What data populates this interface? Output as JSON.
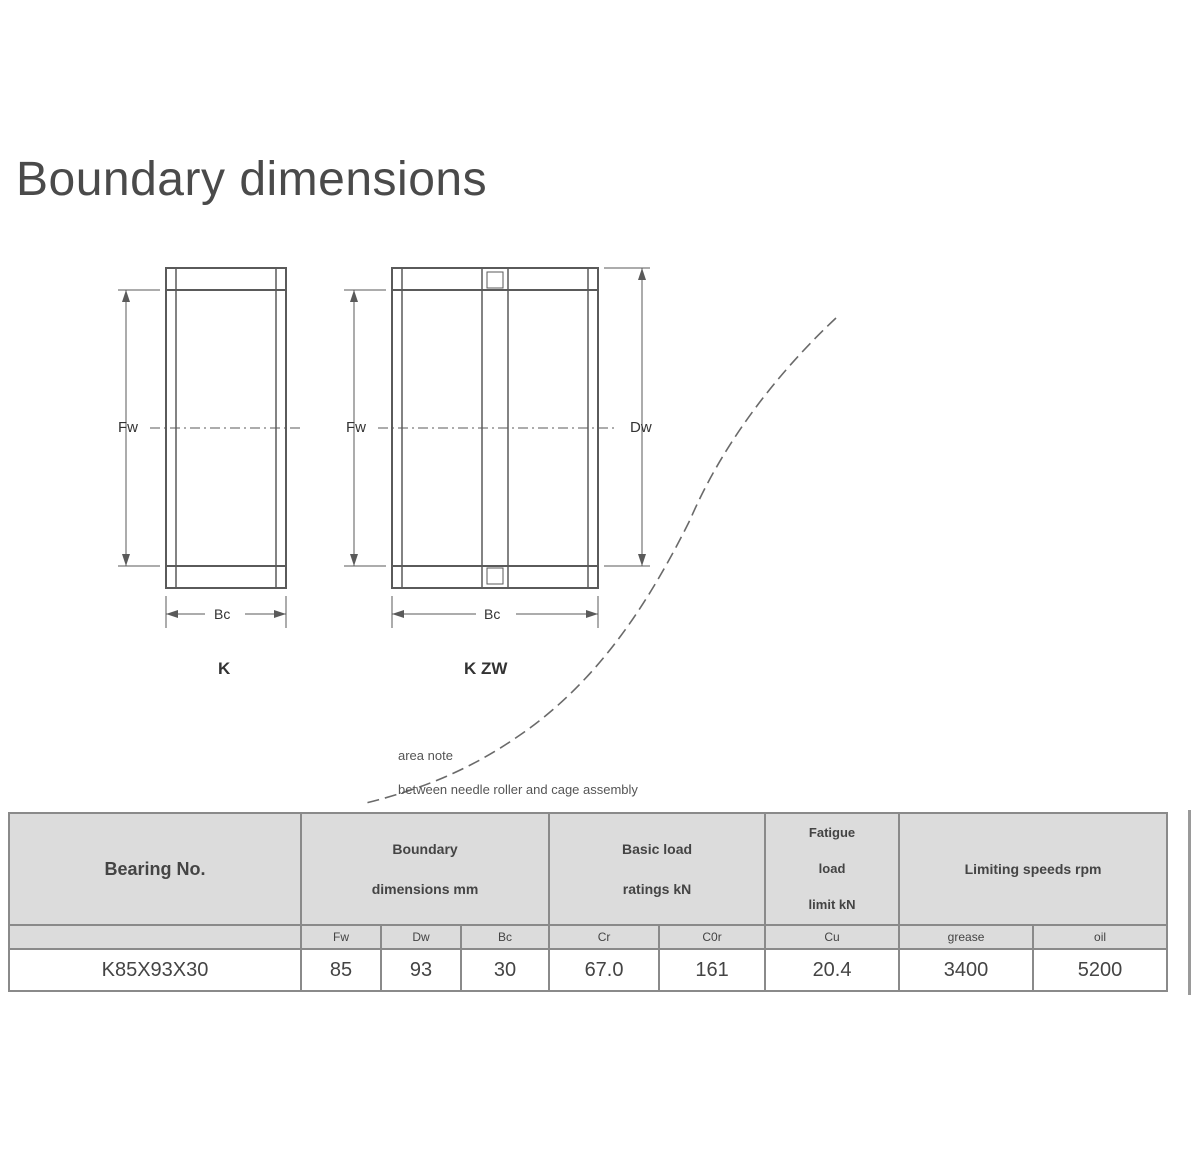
{
  "page": {
    "title": "Boundary dimensions"
  },
  "diagram": {
    "left_symbol": "Fw",
    "right_symbol": "Fw",
    "right_outer_symbol": "Dw",
    "left_width_symbol": "Bc",
    "right_width_symbol": "Bc",
    "left_caption": "K",
    "right_caption": "K ZW",
    "callout_line1": "area note",
    "callout_line2": "between needle roller and cage assembly"
  },
  "table": {
    "header": {
      "bearing_no": "Bearing No.",
      "boundary_line1": "Boundary",
      "boundary_line2": "dimensions mm",
      "basic_load_line1": "Basic load",
      "basic_load_line2": "ratings kN",
      "fatigue_line1": "Fatigue",
      "fatigue_line2": "load",
      "fatigue_line3": "limit kN",
      "limiting_speeds": "Limiting speeds rpm"
    },
    "subheaders": [
      "Fw",
      "Dw",
      "Bc",
      "Cr",
      "C0r",
      "Cu",
      "grease",
      "oil"
    ],
    "rows": [
      {
        "bearing_no": "K85X93X30",
        "values": [
          "85",
          "93",
          "30",
          "67.0",
          "161",
          "20.4",
          "3400",
          "5200"
        ]
      }
    ]
  },
  "colors": {
    "line": "#5a5a5a",
    "header_bg": "#dcdcdc",
    "border": "#8a8a8a"
  }
}
